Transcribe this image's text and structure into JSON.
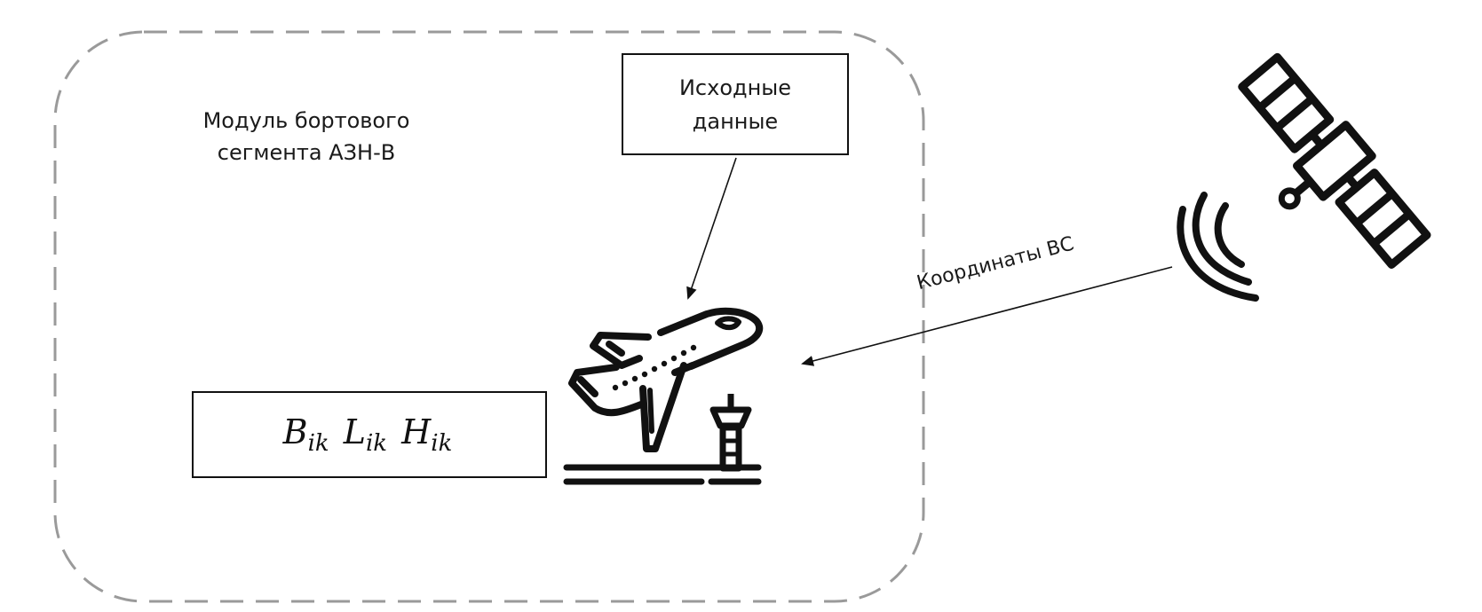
{
  "diagram": {
    "module": {
      "label_line1": "Модуль бортового",
      "label_line2": "сегмента АЗН-В"
    },
    "source_box": {
      "line1": "Исходные",
      "line2": "данные"
    },
    "coords_box": {
      "terms": [
        {
          "symbol": "B",
          "subscript": "ik"
        },
        {
          "symbol": "L",
          "subscript": "ik"
        },
        {
          "symbol": "H",
          "subscript": "ik"
        }
      ]
    },
    "arrows": {
      "satellite_to_aircraft_label": "Координаты ВС"
    },
    "icons": {
      "aircraft": "airplane-takeoff-icon",
      "tower": "control-tower-icon",
      "satellite": "satellite-icon",
      "signal": "signal-waves-icon"
    },
    "colors": {
      "module_border": "#9a9a9a",
      "stroke": "#111111"
    }
  }
}
